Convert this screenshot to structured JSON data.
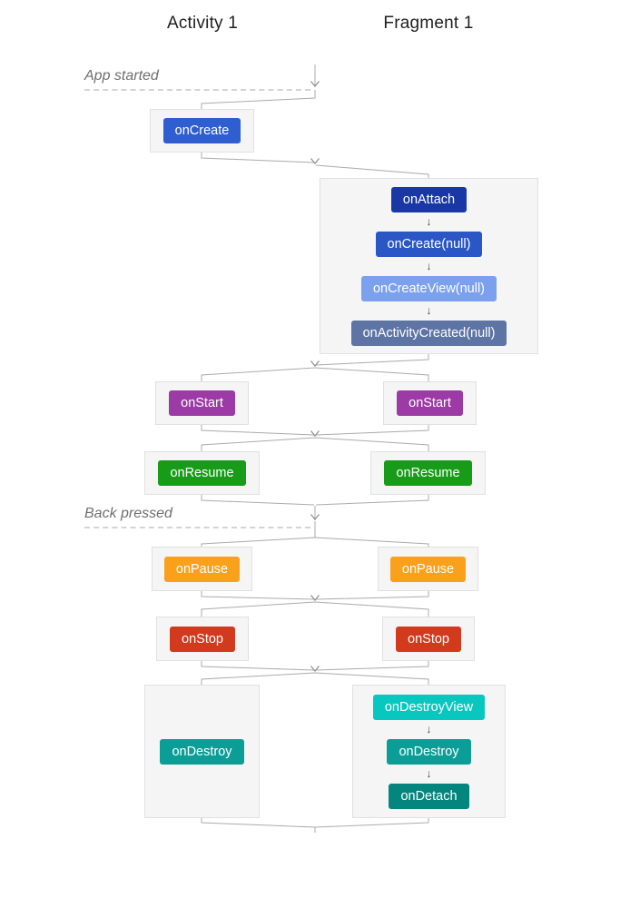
{
  "columns": {
    "activity": "Activity 1",
    "fragment": "Fragment 1"
  },
  "phases": {
    "app_started": "App started",
    "back_pressed": "Back pressed"
  },
  "chips": {
    "activity_oncreate": {
      "label": "onCreate",
      "color": "#2e5ecf"
    },
    "frag_onattach": {
      "label": "onAttach",
      "color": "#1a38a5"
    },
    "frag_oncreate": {
      "label": "onCreate(null)",
      "color": "#2a56c6"
    },
    "frag_oncreateview": {
      "label": "onCreateView(null)",
      "color": "#7ba0ee"
    },
    "frag_onactivitycreated": {
      "label": "onActivityCreated(null)",
      "color": "#5d74a4"
    },
    "activity_onstart": {
      "label": "onStart",
      "color": "#9c3ba6"
    },
    "fragment_onstart": {
      "label": "onStart",
      "color": "#9c3ba6"
    },
    "activity_onresume": {
      "label": "onResume",
      "color": "#189b18"
    },
    "fragment_onresume": {
      "label": "onResume",
      "color": "#189b18"
    },
    "activity_onpause": {
      "label": "onPause",
      "color": "#f9a11b"
    },
    "fragment_onpause": {
      "label": "onPause",
      "color": "#f9a11b"
    },
    "activity_onstop": {
      "label": "onStop",
      "color": "#d23a1e"
    },
    "fragment_onstop": {
      "label": "onStop",
      "color": "#d23a1e"
    },
    "activity_ondestroy": {
      "label": "onDestroy",
      "color": "#0b9e96"
    },
    "frag_ondestroyview": {
      "label": "onDestroyView",
      "color": "#08c7bf"
    },
    "frag_ondestroy": {
      "label": "onDestroy",
      "color": "#0b9e96"
    },
    "frag_ondetach": {
      "label": "onDetach",
      "color": "#04857d"
    }
  },
  "icons": {
    "down_arrow": "↓"
  }
}
